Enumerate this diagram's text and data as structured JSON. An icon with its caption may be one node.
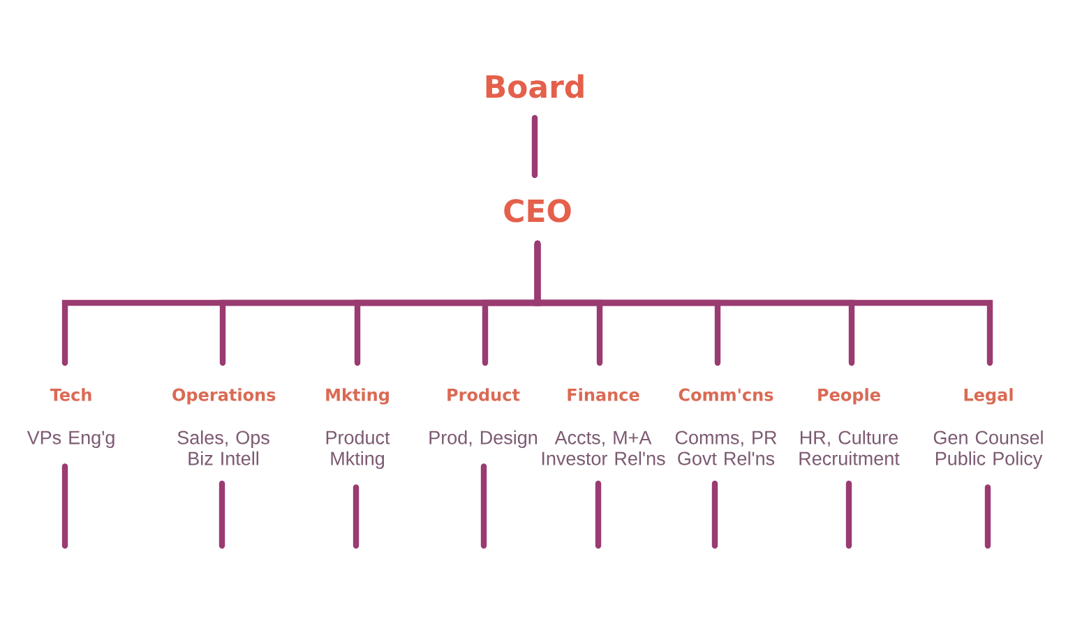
{
  "diagram": {
    "nodes": [
      {
        "text": [
          "Board"
        ]
      },
      {
        "text": [
          "CEO"
        ]
      },
      {
        "text": [
          "Tech",
          "VPs Eng'g"
        ]
      },
      {
        "text": [
          "Operations",
          "Sales, Ops Biz Intell"
        ]
      },
      {
        "text": [
          "Mkting",
          "Product Mkting"
        ]
      },
      {
        "text": [
          "Product",
          "Prod, Design"
        ]
      },
      {
        "text": [
          "Finance",
          "Accts, M+A Investor Rel'ns"
        ]
      },
      {
        "text": [
          "Comm'cns",
          "Comms, PR Govt Rel'ns"
        ]
      },
      {
        "text": [
          "People",
          "HR, Culture Recruitment"
        ]
      },
      {
        "text": [
          "Legal",
          "Gen Counsel Public Policy"
        ]
      }
    ],
    "edges": [
      {
        "from": 0,
        "to": 1,
        "arrow": "none"
      },
      {
        "from": 1,
        "to": 2,
        "arrow": "none"
      },
      {
        "from": 1,
        "to": 3,
        "arrow": "none"
      },
      {
        "from": 1,
        "to": 4,
        "arrow": "none"
      },
      {
        "from": 1,
        "to": 5,
        "arrow": "none"
      },
      {
        "from": 1,
        "to": 6,
        "arrow": "none"
      },
      {
        "from": 1,
        "to": 7,
        "arrow": "none"
      },
      {
        "from": 1,
        "to": 8,
        "arrow": "none"
      },
      {
        "from": 1,
        "to": 9,
        "arrow": "none"
      },
      {
        "from": 2,
        "to": null,
        "arrow": "none"
      },
      {
        "from": 3,
        "to": null,
        "arrow": "none"
      },
      {
        "from": 4,
        "to": null,
        "arrow": "none"
      },
      {
        "from": 5,
        "to": null,
        "arrow": "none"
      },
      {
        "from": 6,
        "to": null,
        "arrow": "none"
      },
      {
        "from": 7,
        "to": null,
        "arrow": "none"
      },
      {
        "from": 8,
        "to": null,
        "arrow": "none"
      },
      {
        "from": 9,
        "to": null,
        "arrow": "none"
      }
    ]
  }
}
